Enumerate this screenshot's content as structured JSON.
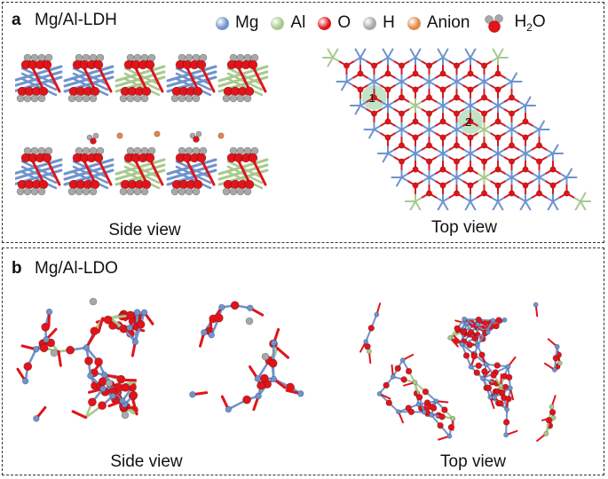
{
  "panel_a": {
    "label": "a",
    "title": "Mg/Al-LDH",
    "side_caption": "Side view",
    "top_caption": "Top view",
    "site_labels": [
      "1",
      "2"
    ]
  },
  "panel_b": {
    "label": "b",
    "title": "Mg/Al-LDO",
    "side_caption": "Side view",
    "top_caption": "Top view"
  },
  "legend": {
    "mg": "Mg",
    "al": "Al",
    "o": "O",
    "h": "H",
    "anion": "Anion",
    "water_base": "H",
    "water_sub": "2",
    "water_tail": "O"
  },
  "colors": {
    "mg": "#6f93cc",
    "al": "#a7c98e",
    "o": "#e0141a",
    "h": "#a8a8a8",
    "anion": "#e2874a",
    "site_highlight": "#bfe5c9"
  }
}
